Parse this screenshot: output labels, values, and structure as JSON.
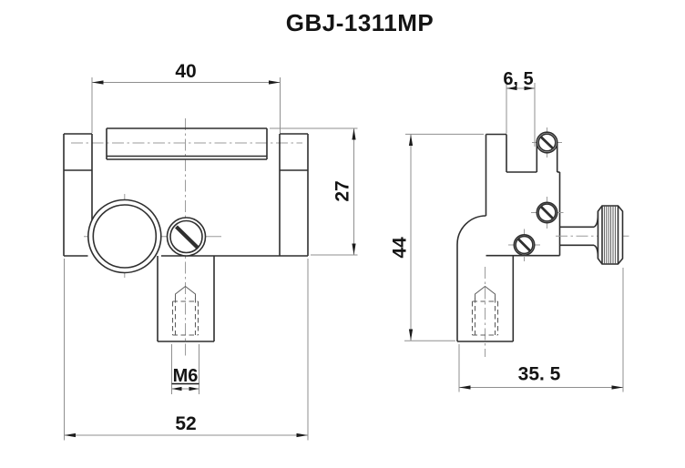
{
  "title": "GBJ-1311MP",
  "dimensions": {
    "rail_width": "40",
    "front_height": "27",
    "front_width": "52",
    "thread_label": "M6",
    "side_top_offset": "6, 5",
    "side_height": "44",
    "side_depth": "35. 5"
  },
  "colors": {
    "outline": "#2f2f2f",
    "thin_line": "#9b9b9b",
    "text": "#141414",
    "background": "#ffffff"
  }
}
